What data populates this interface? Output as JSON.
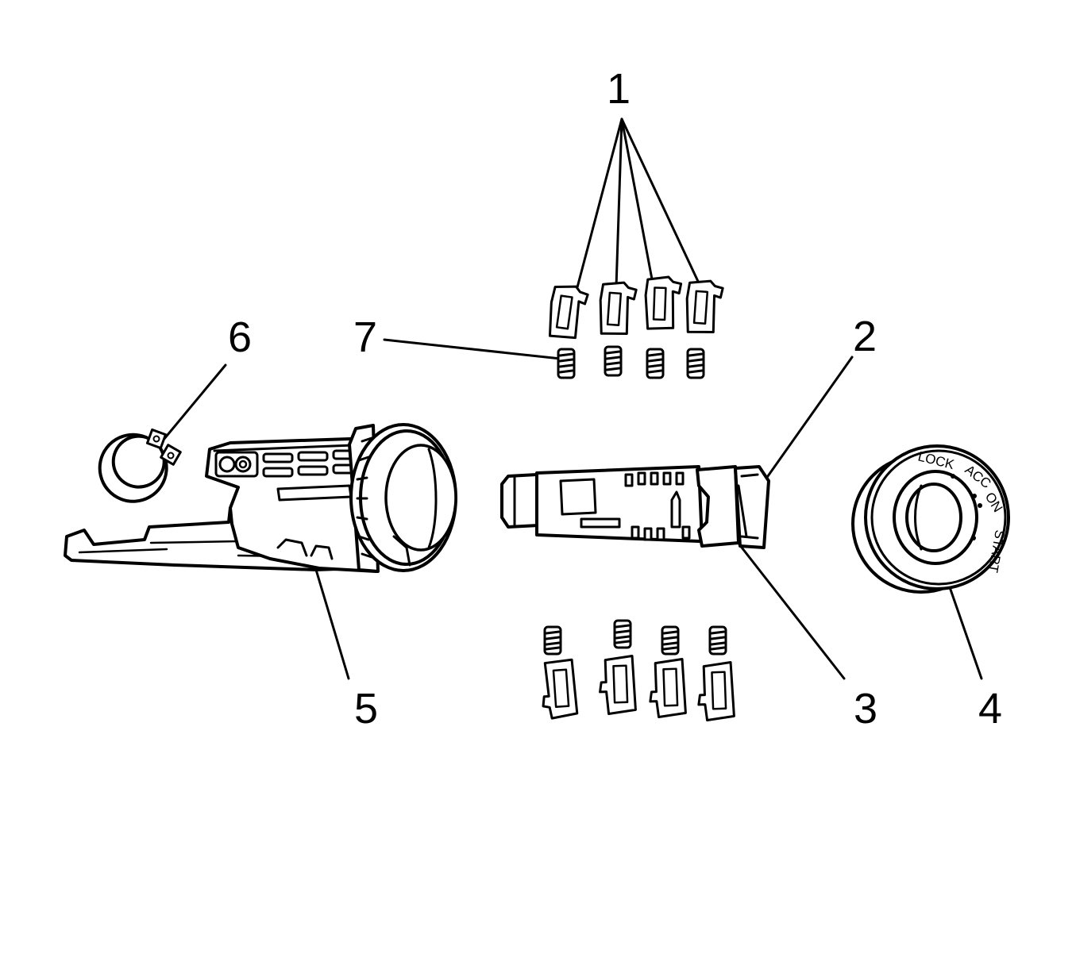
{
  "callouts": {
    "c1": "1",
    "c2": "2",
    "c3": "3",
    "c4": "4",
    "c5": "5",
    "c6": "6",
    "c7": "7"
  },
  "dial": {
    "lock": "LOCK",
    "acc": "ACC",
    "on": "ON",
    "start": "START"
  }
}
